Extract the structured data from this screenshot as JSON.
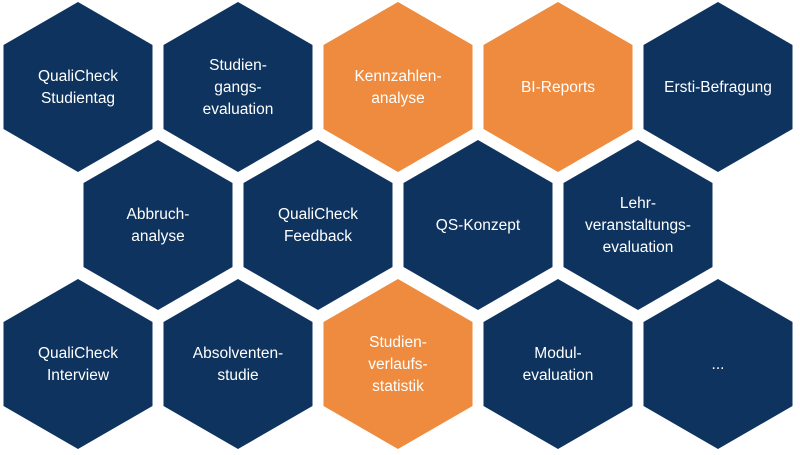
{
  "colors": {
    "navy": "#0d335e",
    "orange": "#ee8b3e",
    "text": "#ffffff"
  },
  "rows": [
    [
      {
        "lines": [
          "QualiCheck",
          "Studientag"
        ],
        "color": "navy"
      },
      {
        "lines": [
          "Studien-",
          "gangs-",
          "evaluation"
        ],
        "color": "navy"
      },
      {
        "lines": [
          "Kennzahlen-",
          "analyse"
        ],
        "color": "orange"
      },
      {
        "lines": [
          "BI-Reports"
        ],
        "color": "orange"
      },
      {
        "lines": [
          "Ersti-Befragung"
        ],
        "color": "navy"
      }
    ],
    [
      {
        "lines": [
          "Abbruch-",
          "analyse"
        ],
        "color": "navy"
      },
      {
        "lines": [
          "QualiCheck",
          "Feedback"
        ],
        "color": "navy"
      },
      {
        "lines": [
          "QS-Konzept"
        ],
        "color": "navy"
      },
      {
        "lines": [
          "Lehr-",
          "veranstaltungs-",
          "evaluation"
        ],
        "color": "navy"
      }
    ],
    [
      {
        "lines": [
          "QualiCheck",
          "Interview"
        ],
        "color": "navy"
      },
      {
        "lines": [
          "Absolventen-",
          "studie"
        ],
        "color": "navy"
      },
      {
        "lines": [
          "Studien-",
          "verlaufs-",
          "statistik"
        ],
        "color": "orange"
      },
      {
        "lines": [
          "Modul-",
          "evaluation"
        ],
        "color": "navy"
      },
      {
        "lines": [
          "..."
        ],
        "color": "navy"
      }
    ]
  ]
}
